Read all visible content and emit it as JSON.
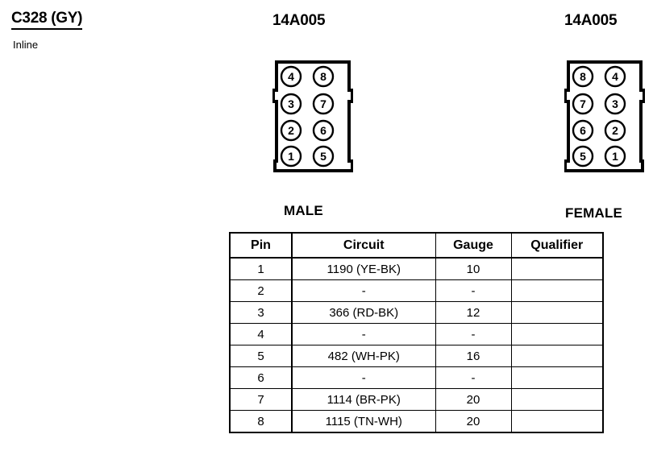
{
  "connector": {
    "id": "C328 (GY)",
    "subtype": "Inline"
  },
  "male_connector": {
    "part_number": "14A005",
    "gender_label": "MALE",
    "pin_layout": [
      [
        "4",
        "8"
      ],
      [
        "3",
        "7"
      ],
      [
        "2",
        "6"
      ],
      [
        "1",
        "5"
      ]
    ]
  },
  "female_connector": {
    "part_number": "14A005",
    "gender_label": "FEMALE",
    "pin_layout": [
      [
        "8",
        "4"
      ],
      [
        "7",
        "3"
      ],
      [
        "6",
        "2"
      ],
      [
        "5",
        "1"
      ]
    ]
  },
  "pin_table": {
    "headers": [
      "Pin",
      "Circuit",
      "Gauge",
      "Qualifier"
    ],
    "rows": [
      {
        "pin": "1",
        "circuit": "1190 (YE-BK)",
        "gauge": "10",
        "qualifier": ""
      },
      {
        "pin": "2",
        "circuit": "-",
        "gauge": "-",
        "qualifier": ""
      },
      {
        "pin": "3",
        "circuit": "366 (RD-BK)",
        "gauge": "12",
        "qualifier": ""
      },
      {
        "pin": "4",
        "circuit": "-",
        "gauge": "-",
        "qualifier": ""
      },
      {
        "pin": "5",
        "circuit": "482 (WH-PK)",
        "gauge": "16",
        "qualifier": ""
      },
      {
        "pin": "6",
        "circuit": "-",
        "gauge": "-",
        "qualifier": ""
      },
      {
        "pin": "7",
        "circuit": "1114 (BR-PK)",
        "gauge": "20",
        "qualifier": ""
      },
      {
        "pin": "8",
        "circuit": "1115 (TN-WH)",
        "gauge": "20",
        "qualifier": ""
      }
    ]
  },
  "colors": {
    "ink": "#000000",
    "paper": "#ffffff"
  }
}
